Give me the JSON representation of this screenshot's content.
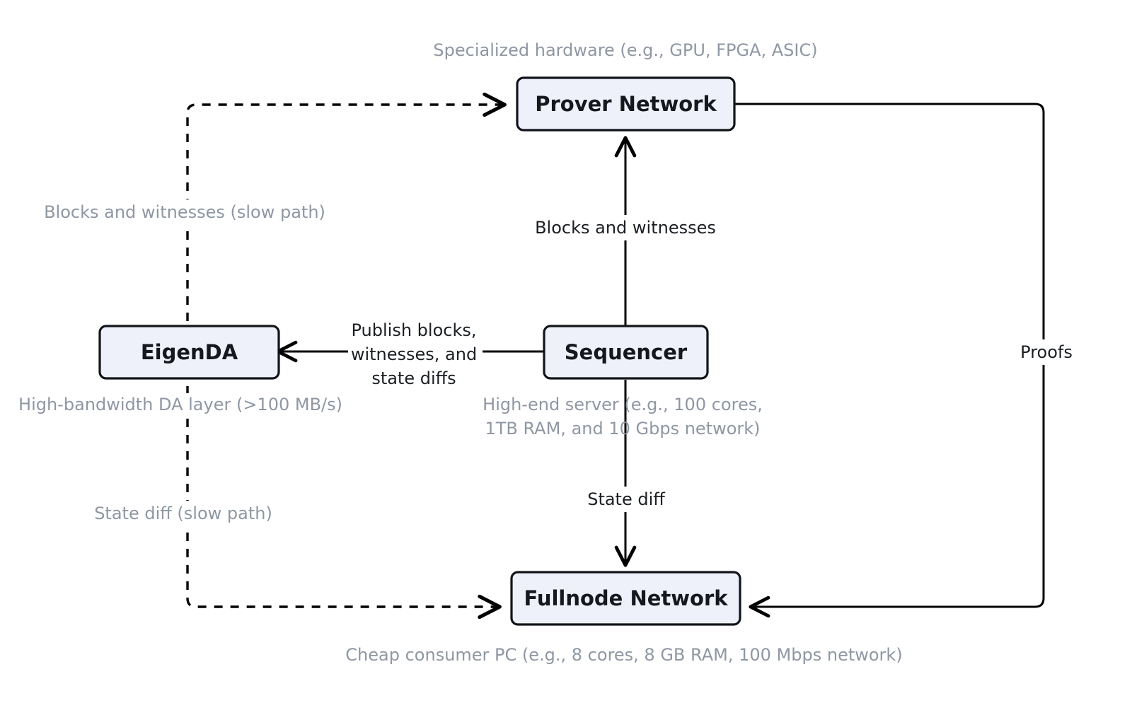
{
  "diagram": {
    "type": "architecture-flow-diagram",
    "background_color": "#ffffff",
    "node_fill_color": "#eef1fa",
    "node_border_color": "#111418",
    "edge_color": "#000000",
    "caption_color": "#8f97a3",
    "label_color": "#1b1f24",
    "nodes": [
      {
        "id": "prover",
        "label": "Prover Network"
      },
      {
        "id": "eigenda",
        "label": "EigenDA"
      },
      {
        "id": "sequencer",
        "label": "Sequencer"
      },
      {
        "id": "fullnode",
        "label": "Fullnode Network"
      }
    ],
    "captions": [
      {
        "id": "prover-caption",
        "text": "Specialized hardware (e.g., GPU, FPGA, ASIC)"
      },
      {
        "id": "eigenda-caption",
        "text": "High-bandwidth DA layer (>100 MB/s)"
      },
      {
        "id": "sequencer-caption-line1",
        "text": "High-end server (e.g., 100 cores,"
      },
      {
        "id": "sequencer-caption-line2",
        "text": "1TB RAM, and 10 Gbps network)"
      },
      {
        "id": "fullnode-caption",
        "text": "Cheap consumer PC (e.g., 8 cores, 8 GB RAM, 100 Mbps network)"
      }
    ],
    "edges": [
      {
        "id": "eigenda-to-prover",
        "from": "eigenda",
        "to": "prover",
        "style": "dashed",
        "label": "Blocks and witnesses (slow path)",
        "label_style": "caption"
      },
      {
        "id": "eigenda-to-fullnode",
        "from": "eigenda",
        "to": "fullnode",
        "style": "dashed",
        "label": "State diff (slow path)",
        "label_style": "caption"
      },
      {
        "id": "sequencer-to-prover",
        "from": "sequencer",
        "to": "prover",
        "style": "solid",
        "label": "Blocks and witnesses",
        "label_style": "normal"
      },
      {
        "id": "sequencer-to-eigenda",
        "from": "sequencer",
        "to": "eigenda",
        "style": "solid",
        "label_lines": [
          "Publish blocks,",
          "witnesses, and",
          "state diffs"
        ],
        "label_style": "normal"
      },
      {
        "id": "sequencer-to-fullnode",
        "from": "sequencer",
        "to": "fullnode",
        "style": "solid",
        "label": "State diff",
        "label_style": "normal"
      },
      {
        "id": "prover-to-fullnode",
        "from": "prover",
        "to": "fullnode",
        "style": "solid",
        "label": "Proofs",
        "label_style": "normal"
      }
    ]
  }
}
